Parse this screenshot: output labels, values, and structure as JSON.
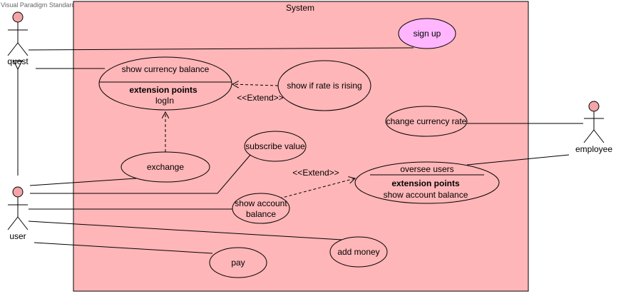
{
  "watermark": "Visual Paradigm Standard(Edyta(AGH University of Science and Technology))",
  "system": {
    "title": "System",
    "fill": "#ffb6b8"
  },
  "actors": {
    "guest": "quest",
    "user": "user",
    "employee": "employee"
  },
  "use_cases": {
    "sign_up": "sign up",
    "show_currency_balance": "show currency balance",
    "show_currency_balance_ext_title": "extension points",
    "show_currency_balance_ext_point": "logIn",
    "show_if_rate_rising": "show if rate is rising",
    "change_currency_rate": "change currency rate",
    "subscribe_value": "subscribe value",
    "exchange": "exchange",
    "oversee_users": "oversee users",
    "oversee_users_ext_title": "extension points",
    "oversee_users_ext_point": "show account balance",
    "show_account_balance_line1": "show account",
    "show_account_balance_line2": "balance",
    "add_money": "add money",
    "pay": "pay"
  },
  "relations": {
    "extend_label_1": "<<Extend>>",
    "extend_label_2": "<<Extend>>"
  },
  "colors": {
    "use_case_fill": "#ffb6b8",
    "selected_use_case_fill": "#ffb6ff",
    "actor_head_fill": "#f4a5a8"
  }
}
